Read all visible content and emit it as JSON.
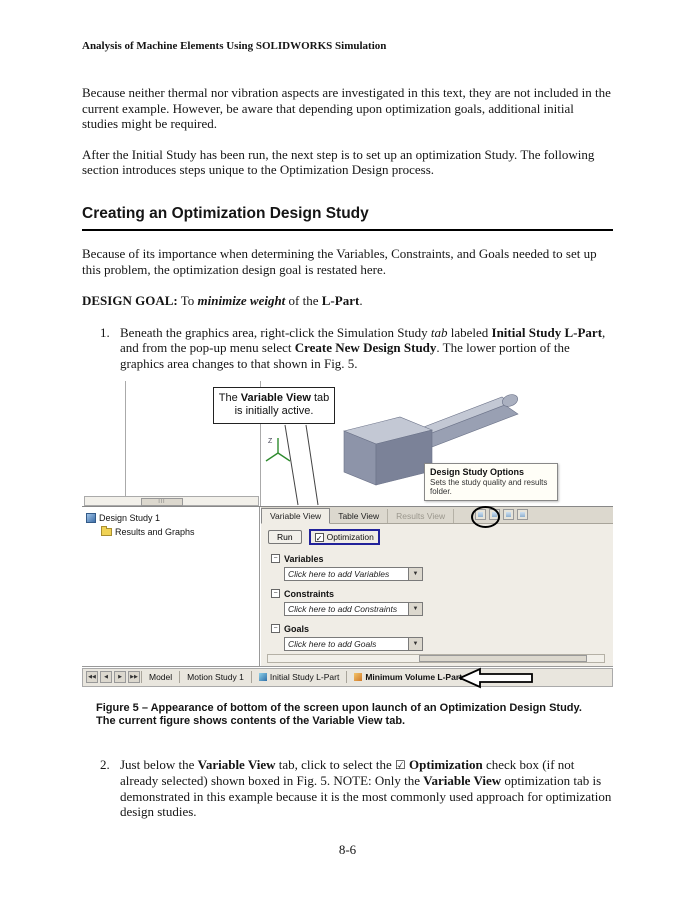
{
  "header": {
    "title": "Analysis of Machine Elements Using SOLIDWORKS Simulation"
  },
  "intro": {
    "p1": "Because neither thermal nor vibration aspects are investigated in this text, they are not included in the current example.  However, be aware that depending upon optimization goals, additional initial studies might be required.",
    "p2": "After the Initial Study has been run, the next step is to set up an optimization Study.  The following section introduces steps unique to the Optimization Design process."
  },
  "section": {
    "heading": "Creating an Optimization Design Study",
    "p1": "Because of its importance when determining the Variables, Constraints, and Goals needed to set up this problem, the optimization design goal is restated here."
  },
  "design_goal": {
    "label": "DESIGN GOAL:",
    "t2": "  To ",
    "emphasis": "minimize weight",
    "t4": " of the ",
    "part": "L-Part",
    "t6": "."
  },
  "step1": {
    "number": "1.",
    "t1": "Beneath the graphics area, right-click the Simulation Study ",
    "t2": "tab",
    "t3": " labeled ",
    "t4": "Initial Study L-Part",
    "t5": ", and from the pop-up menu select ",
    "t6": "Create New Design Study",
    "t7": ".  The lower portion of the graphics area changes to that shown in Fig. 5."
  },
  "figure": {
    "callout": {
      "t1": "The ",
      "t2": "Variable View",
      "t3": " tab is initially active."
    },
    "axis_label": "Z",
    "tooltip": {
      "title": "Design Study Options",
      "body": "Sets the study quality and results folder."
    },
    "tree": {
      "root": "Design Study 1",
      "child": "Results and Graphs"
    },
    "tabs": {
      "variable": "Variable View",
      "table": "Table View",
      "results": "Results View"
    },
    "run_label": "Run",
    "optimization_label": "Optimization",
    "sections": {
      "variables": {
        "label": "Variables",
        "placeholder": "Click here to add Variables"
      },
      "constraints": {
        "label": "Constraints",
        "placeholder": "Click here to add Constraints"
      },
      "goals": {
        "label": "Goals",
        "placeholder": "Click here to add Goals"
      }
    },
    "bottom_tabs": {
      "model": "Model",
      "motion": "Motion Study 1",
      "initial": "Initial Study  L-Part",
      "minimum": "Minimum Volume L-Part"
    },
    "icons": {
      "collapse": "−",
      "dropdown": "▼",
      "check": "✓",
      "grip": "III",
      "nav_first": "◀◀",
      "nav_prev": "◀",
      "nav_next": "▶",
      "nav_last": "▶▶"
    }
  },
  "caption": {
    "t1": "Figure 5 – Appearance of bottom of the screen upon launch of an Optimization Design Study.  The current figure shows contents of the ",
    "t2": "Variable View",
    "t3": " tab."
  },
  "step2": {
    "number": "2.",
    "t1": "Just below the ",
    "t2": "Variable View",
    "t3": " tab, click to select the ",
    "t4": "☑",
    "t5": " Optimization",
    "t6": " check box (if not already selected) shown boxed in Fig. 5.  NOTE:  Only the ",
    "t7": "Variable View",
    "t8": " optimization tab is demonstrated in this example because it is the most commonly used approach for optimization design studies."
  },
  "footer": {
    "page_number": "8-6"
  }
}
